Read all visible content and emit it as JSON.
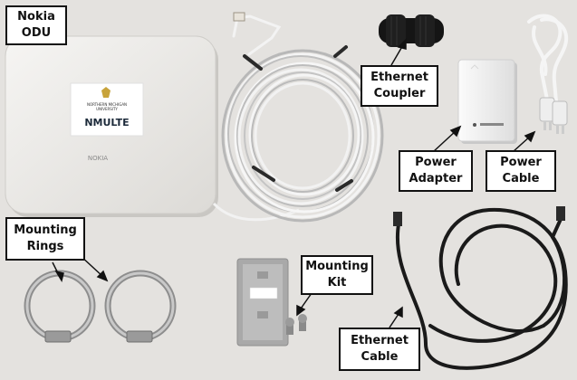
{
  "labels": {
    "odu": {
      "line1": "Nokia",
      "line2": "ODU"
    },
    "ethernet_coupler": {
      "line1": "Ethernet",
      "line2": "Coupler"
    },
    "power_adapter": {
      "line1": "Power",
      "line2": "Adapter"
    },
    "power_cable": {
      "line1": "Power",
      "line2": "Cable"
    },
    "mounting_rings": {
      "line1": "Mounting",
      "line2": "Rings"
    },
    "mounting_kit": {
      "line1": "Mounting",
      "line2": "Kit"
    },
    "ethernet_cable": {
      "line1": "Ethernet",
      "line2": "Cable"
    }
  },
  "device_markings": {
    "university_line1": "NORTHERN MICHIGAN",
    "university_line2": "UNIVERSITY",
    "product_logo": "NMULTE",
    "brand": "NOKIA"
  },
  "colors": {
    "background": "#e4e2df",
    "label_border": "#111111",
    "cable_white": "#f3f3f3",
    "cable_black": "#1a1a1a"
  }
}
